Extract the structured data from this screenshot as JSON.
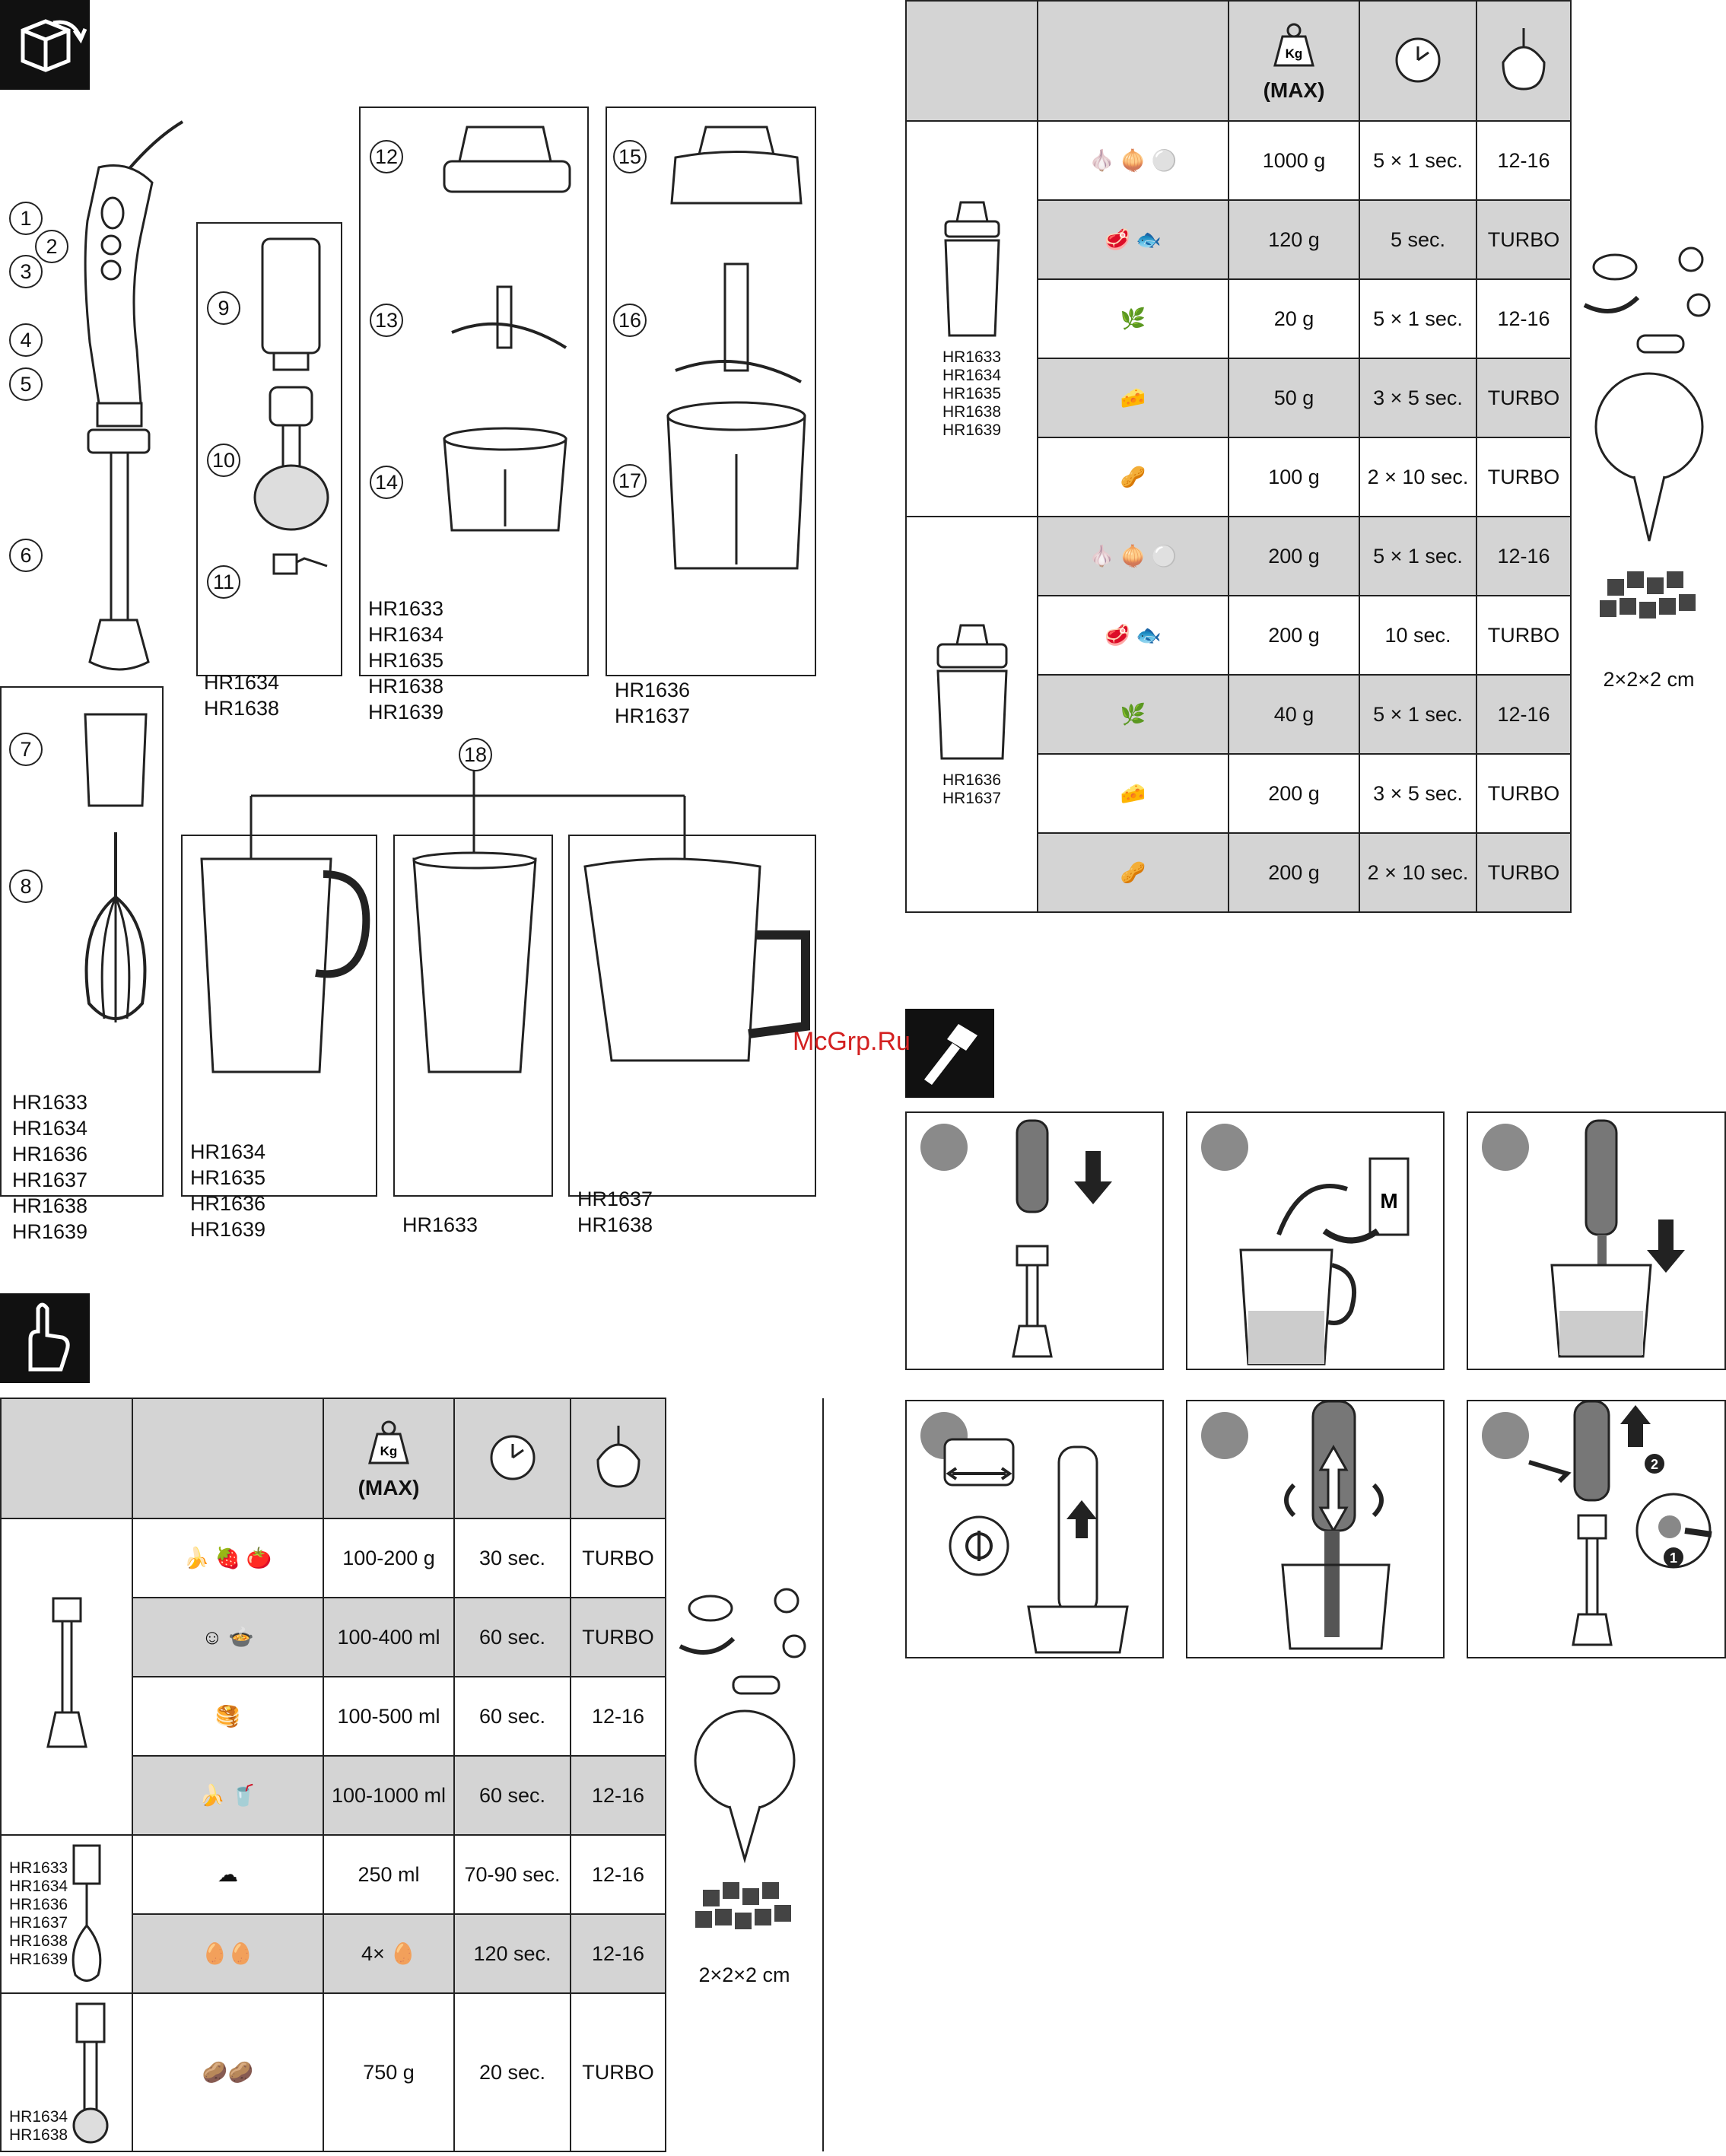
{
  "parts": {
    "callouts": [
      "1",
      "2",
      "3",
      "4",
      "5",
      "6",
      "7",
      "8",
      "9",
      "10",
      "11",
      "12",
      "13",
      "14",
      "15",
      "16",
      "17",
      "18"
    ],
    "models_9_11": [
      "HR1634",
      "HR1638"
    ],
    "models_12_14": [
      "HR1633",
      "HR1634",
      "HR1635",
      "HR1638",
      "HR1639"
    ],
    "models_15_17": [
      "HR1636",
      "HR1637"
    ],
    "models_7_8": [
      "HR1633",
      "HR1634",
      "HR1636",
      "HR1637",
      "HR1638",
      "HR1639"
    ],
    "beaker_a": [
      "HR1634",
      "HR1635",
      "HR1636",
      "HR1639"
    ],
    "beaker_b": [
      "HR1633"
    ],
    "beaker_c": [
      "HR1637",
      "HR1638"
    ]
  },
  "left_table": {
    "header": {
      "max": "(MAX)",
      "kg": "Kg"
    },
    "rows": [
      {
        "qty": "100-200 g",
        "time": "30 sec.",
        "speed": "TURBO"
      },
      {
        "qty": "100-400 ml",
        "time": "60 sec.",
        "speed": "TURBO"
      },
      {
        "qty": "100-500 ml",
        "time": "60 sec.",
        "speed": "12-16"
      },
      {
        "qty": "100-1000 ml",
        "time": "60 sec.",
        "speed": "12-16"
      },
      {
        "qty": "250 ml",
        "time": "70-90 sec.",
        "speed": "12-16"
      },
      {
        "qty": "4×",
        "time": "120 sec.",
        "speed": "12-16"
      },
      {
        "qty": "750 g",
        "time": "20 sec.",
        "speed": "TURBO"
      }
    ],
    "group2_models": [
      "HR1633",
      "HR1634",
      "HR1636",
      "HR1637",
      "HR1638",
      "HR1639"
    ],
    "group3_models": [
      "HR1634",
      "HR1638"
    ],
    "cube_size": "2×2×2 cm"
  },
  "right_table": {
    "header": {
      "max": "(MAX)",
      "kg": "Kg"
    },
    "rows": [
      {
        "qty": "1000 g",
        "time": "5 × 1 sec.",
        "speed": "12-16"
      },
      {
        "qty": "120 g",
        "time": "5 sec.",
        "speed": "TURBO"
      },
      {
        "qty": "20 g",
        "time": "5 × 1 sec.",
        "speed": "12-16"
      },
      {
        "qty": "50 g",
        "time": "3 × 5 sec.",
        "speed": "TURBO"
      },
      {
        "qty": "100 g",
        "time": "2 × 10 sec.",
        "speed": "TURBO"
      },
      {
        "qty": "200 g",
        "time": "5 × 1 sec.",
        "speed": "12-16"
      },
      {
        "qty": "200 g",
        "time": "10 sec.",
        "speed": "TURBO"
      },
      {
        "qty": "40 g",
        "time": "5 × 1 sec.",
        "speed": "12-16"
      },
      {
        "qty": "200 g",
        "time": "3 × 5 sec.",
        "speed": "TURBO"
      },
      {
        "qty": "200 g",
        "time": "2 × 10 sec.",
        "speed": "TURBO"
      }
    ],
    "group1_models": [
      "HR1633",
      "HR1634",
      "HR1635",
      "HR1638",
      "HR1639"
    ],
    "group2_models": [
      "HR1636",
      "HR1637"
    ],
    "cube_size": "2×2×2 cm"
  },
  "steps": {
    "milk_label": "M",
    "badge_1": "1",
    "badge_2": "2"
  },
  "watermark": "McGrp.Ru"
}
